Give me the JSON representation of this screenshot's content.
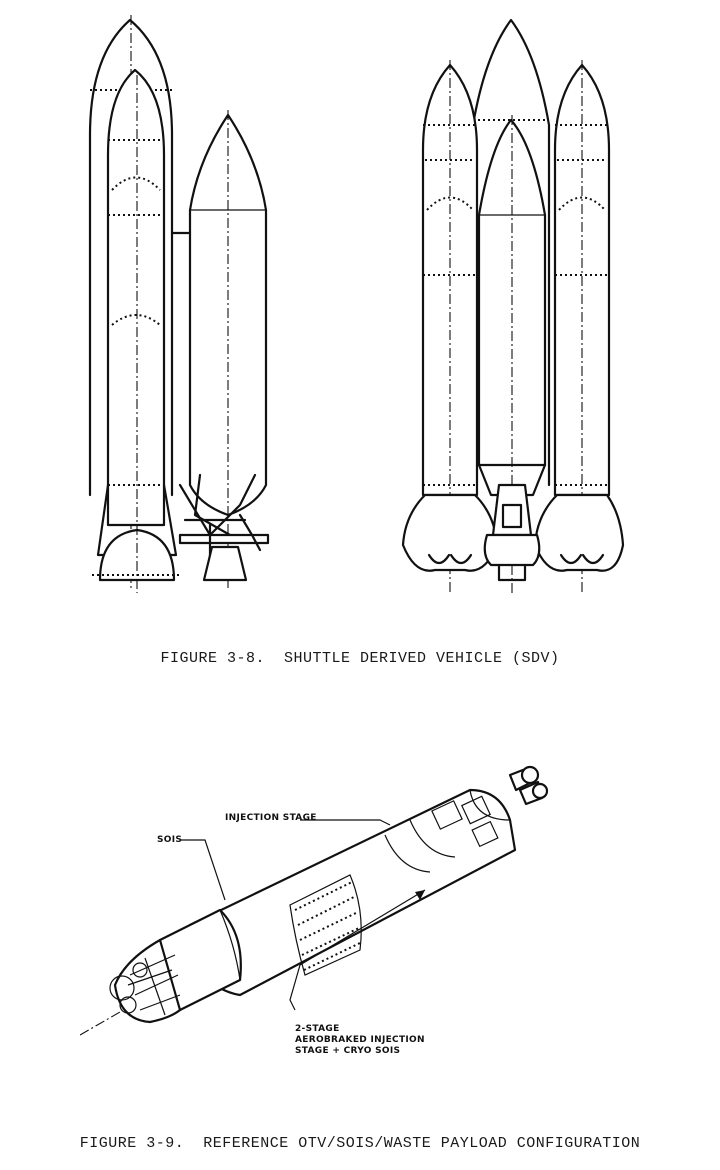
{
  "figure_3_8": {
    "caption": "FIGURE 3-8.  SHUTTLE DERIVED VEHICLE (SDV)"
  },
  "figure_3_9": {
    "caption": "FIGURE 3-9.  REFERENCE OTV/SOIS/WASTE PAYLOAD CONFIGURATION",
    "labels": {
      "injection_stage": "INJECTION STAGE",
      "sois": "SOIS",
      "two_stage_line1": "2-STAGE",
      "two_stage_line2": "AEROBRAKED INJECTION",
      "two_stage_line3": "STAGE + CRYO SOIS"
    }
  }
}
